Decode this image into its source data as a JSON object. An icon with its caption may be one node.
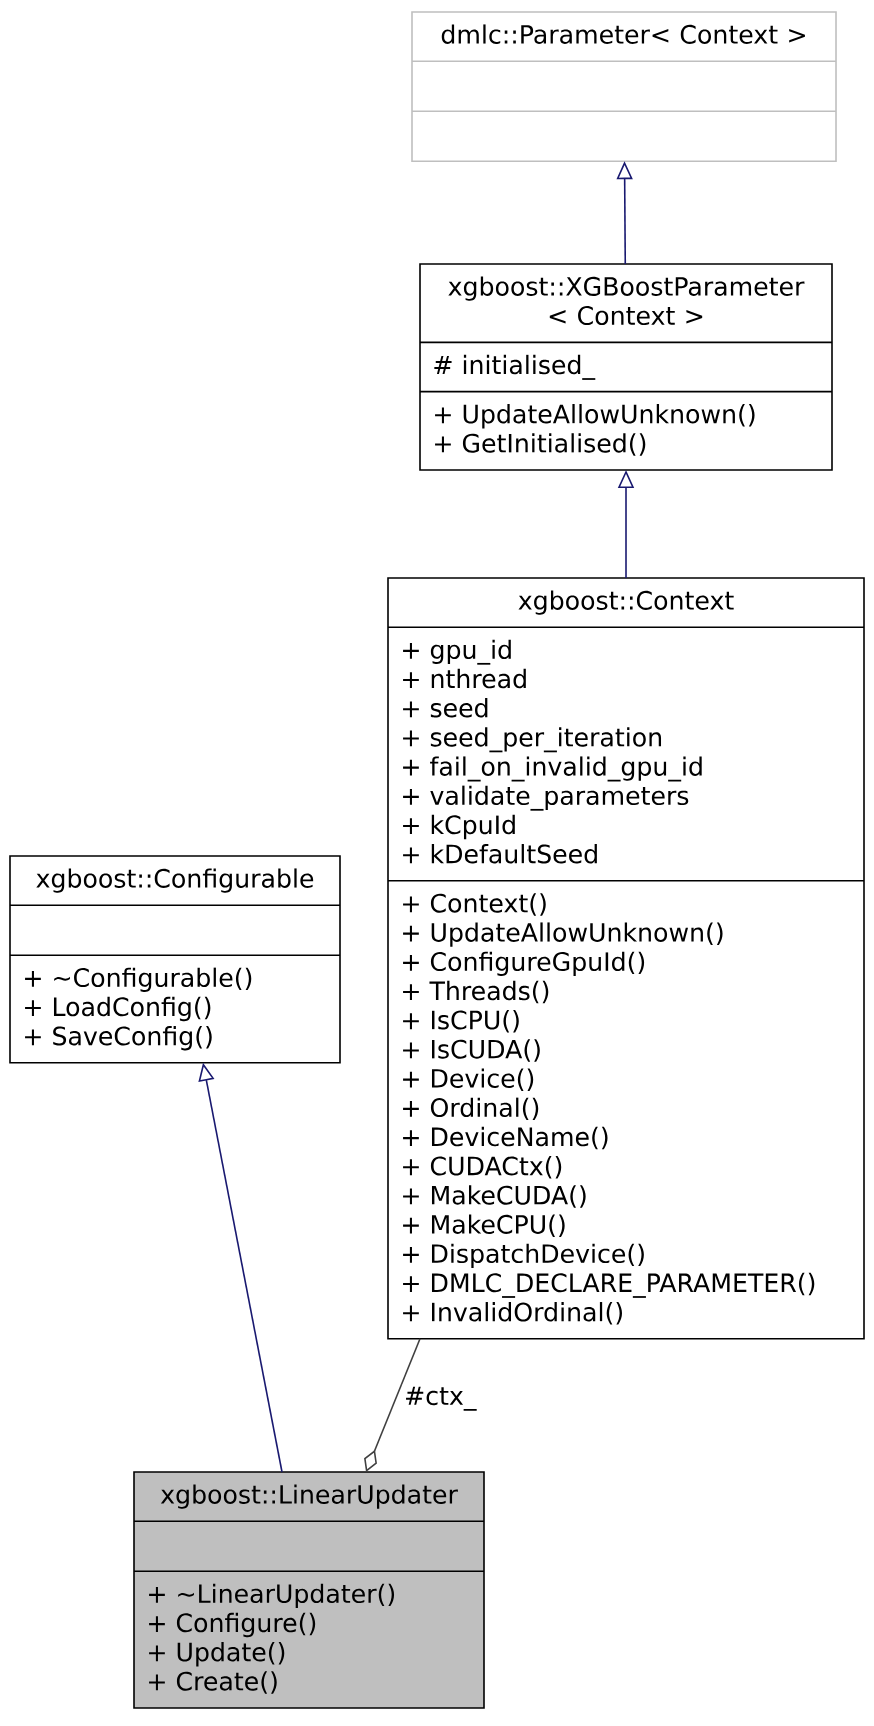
{
  "diagram": {
    "nodes": [
      {
        "text": [
          "dmlc::Parameter< Context >"
        ]
      },
      {
        "text": [
          "xgboost::XGBoostParameter < Context >",
          "# initialised_",
          "+ UpdateAllowUnknown()",
          "+ GetInitialised()"
        ]
      },
      {
        "text": [
          "xgboost::Context",
          "+ gpu_id",
          "+ nthread",
          "+ seed",
          "+ seed_per_iteration",
          "+ fail_on_invalid_gpu_id",
          "+ validate_parameters",
          "+ kCpuId",
          "+ kDefaultSeed",
          "+ Context()",
          "+ UpdateAllowUnknown()",
          "+ ConfigureGpuId()",
          "+ Threads()",
          "+ IsCPU()",
          "+ IsCUDA()",
          "+ Device()",
          "+ Ordinal()",
          "+ DeviceName()",
          "+ CUDACtx()",
          "+ MakeCUDA()",
          "+ MakeCPU()",
          "+ DispatchDevice()",
          "+ DMLC_DECLARE_PARAMETER()",
          "+ InvalidOrdinal()"
        ]
      },
      {
        "text": [
          "xgboost::Configurable",
          "+ ~Configurable()",
          "+ LoadConfig()",
          "+ SaveConfig()"
        ]
      },
      {
        "text": [
          "xgboost::LinearUpdater",
          "+ ~LinearUpdater()",
          "+ Configure()",
          "+ Update()",
          "+ Create()"
        ]
      }
    ],
    "edges": [
      {
        "from": 1,
        "to": 0,
        "arrow": "to",
        "color": "#191970"
      },
      {
        "from": 2,
        "to": 1,
        "arrow": "to",
        "color": "#191970"
      },
      {
        "from": 4,
        "to": 3,
        "arrow": "to",
        "color": "#191970"
      },
      {
        "from": 2,
        "to": 4,
        "arrow": "other",
        "label": "#ctx_",
        "color": "#404040"
      }
    ]
  }
}
